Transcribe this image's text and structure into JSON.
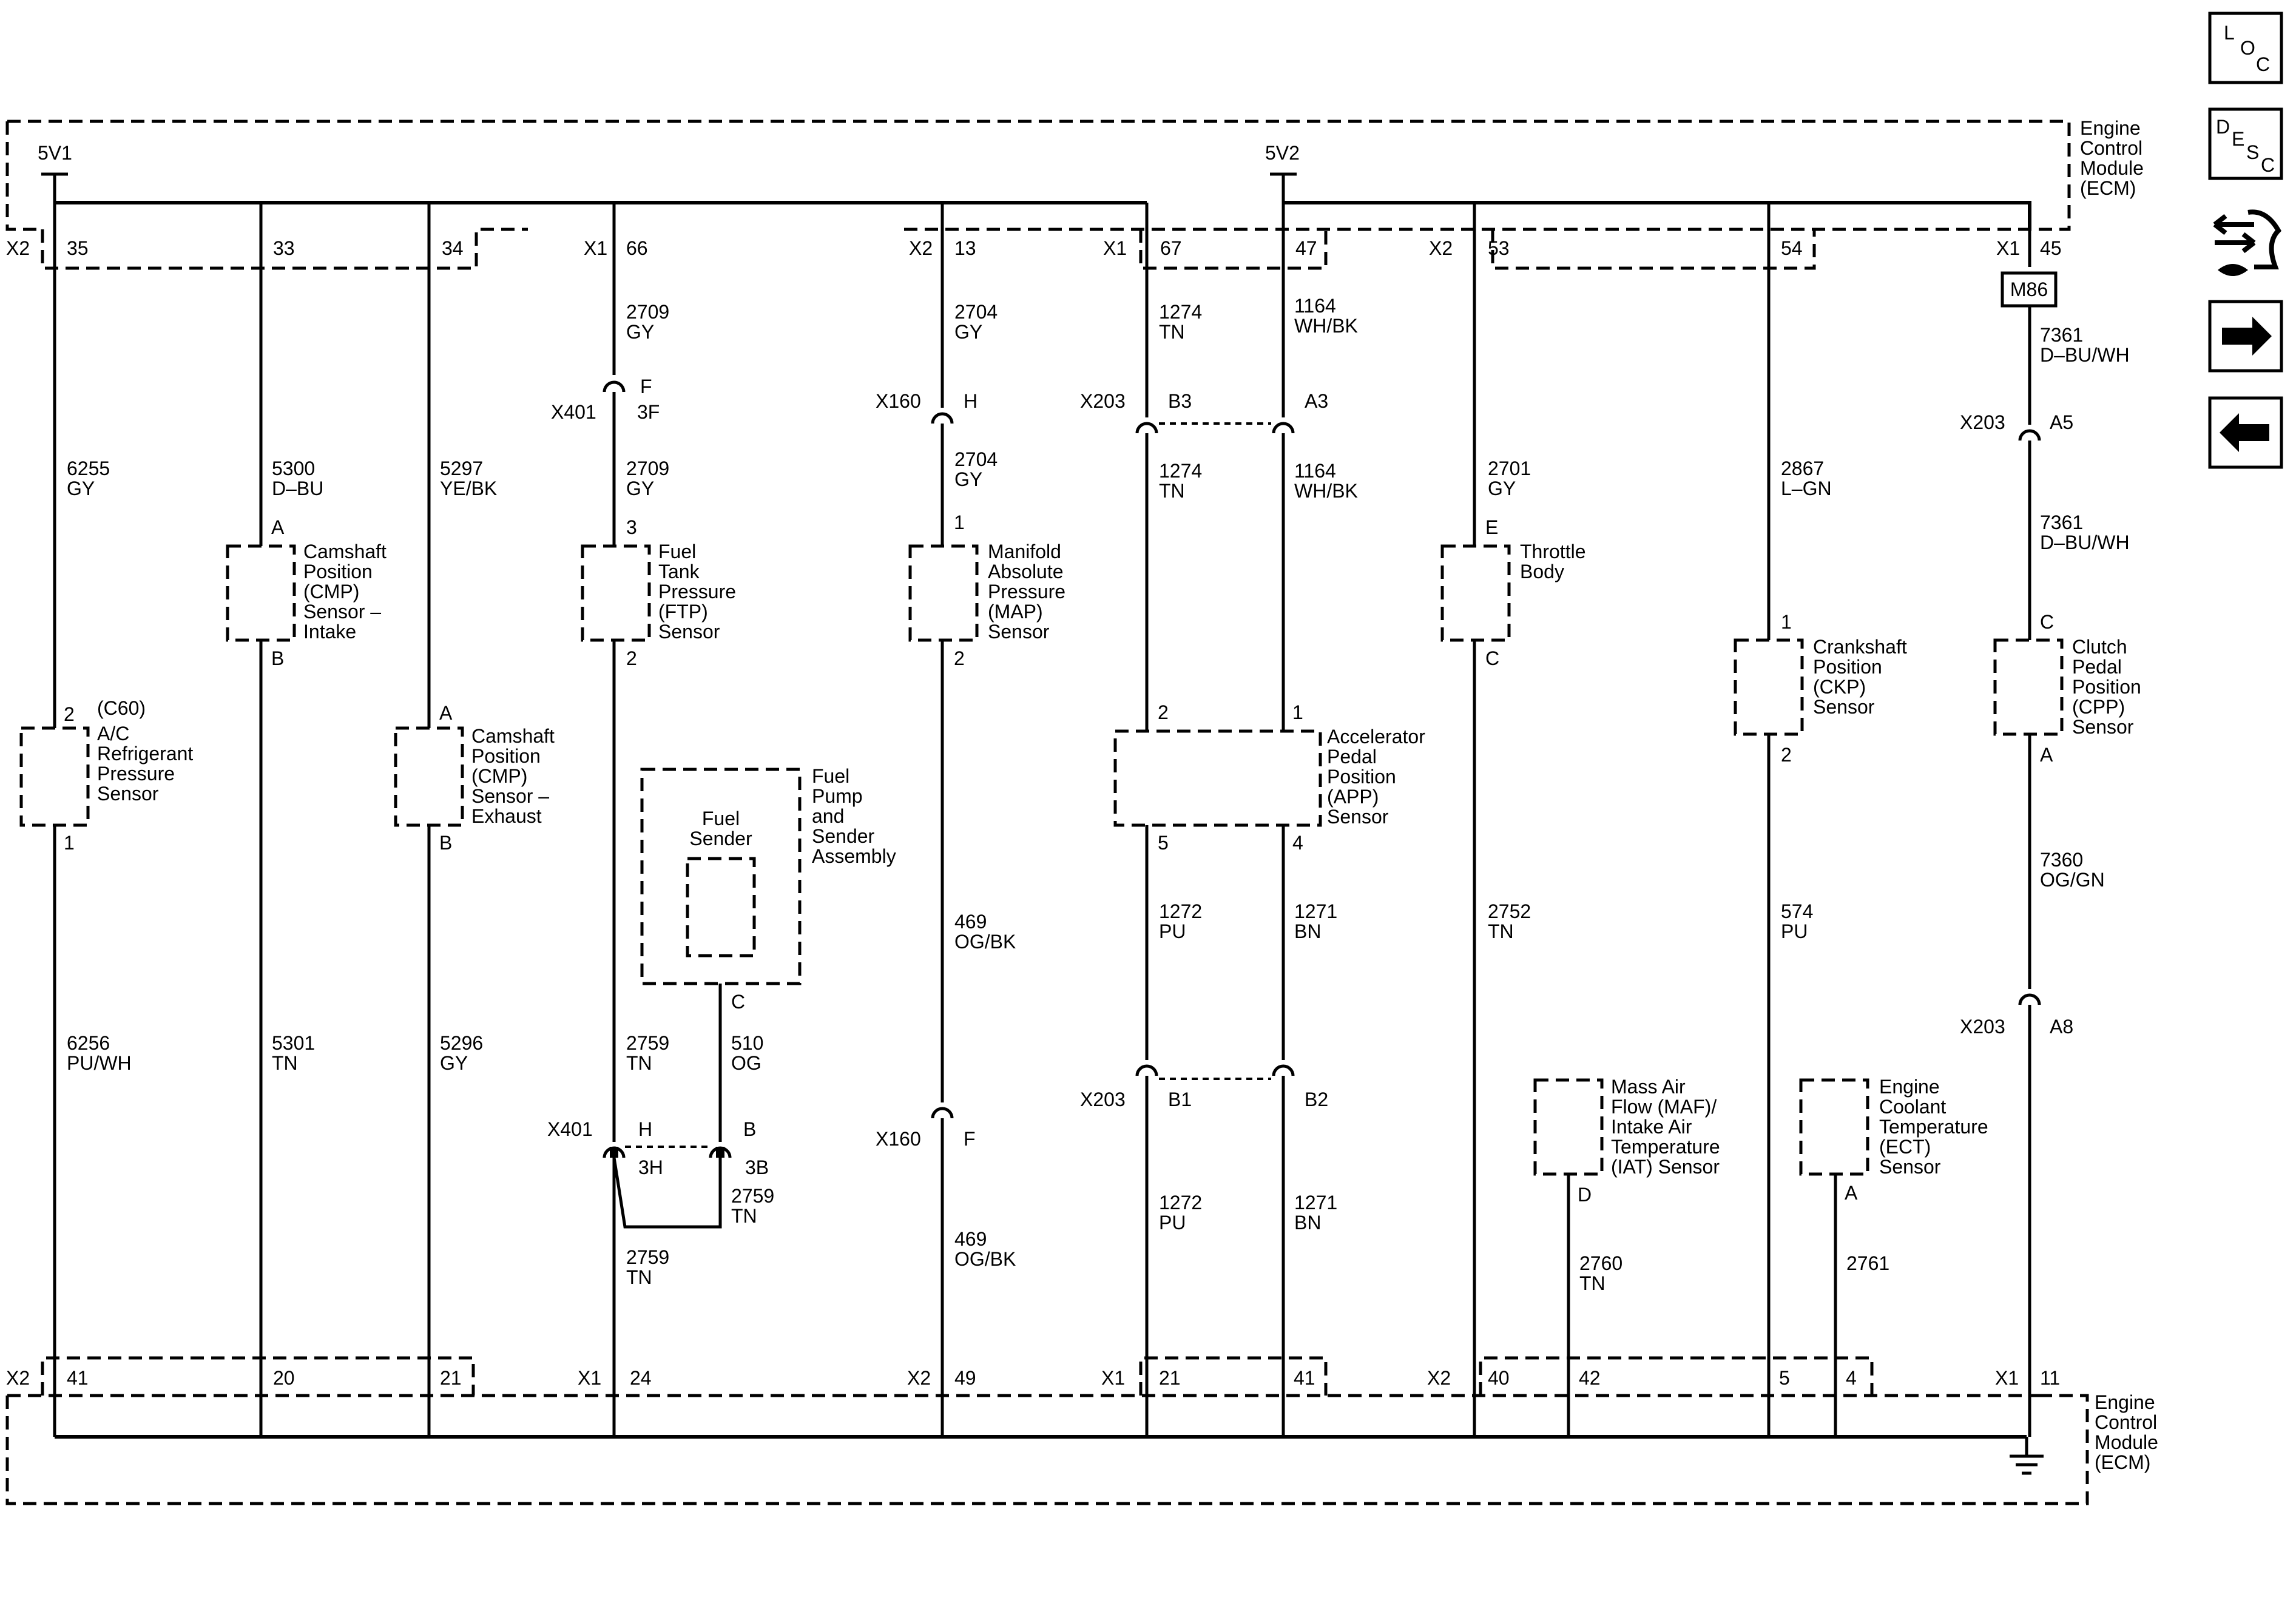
{
  "module": {
    "line1": "Engine",
    "line2": "Control",
    "line3": "Module",
    "line4": "(ECM)"
  },
  "supplies": {
    "a": "5V1",
    "b": "5V2"
  },
  "nav": {
    "loc": [
      "L",
      "O",
      "C"
    ],
    "desc": [
      "D",
      "E",
      "S",
      "C"
    ],
    "icons": [
      "connector-repair-icon",
      "next-page-arrow-icon",
      "previous-page-arrow-icon"
    ]
  },
  "pins_top": [
    "X2",
    "35",
    "33",
    "34",
    "X1",
    "66",
    "X2",
    "13",
    "X1",
    "67",
    "47",
    "X2",
    "53",
    "54",
    "X1",
    "45"
  ],
  "pins_bot": [
    "X2",
    "41",
    "20",
    "21",
    "X1",
    "24",
    "X2",
    "49",
    "X1",
    "21",
    "41",
    "X2",
    "40",
    "42",
    "5",
    "4",
    "X1",
    "11"
  ],
  "components": {
    "ac": [
      "(C60)",
      "A/C",
      "Refrigerant",
      "Pressure",
      "Sensor"
    ],
    "cmp_in": [
      "Camshaft",
      "Position",
      "(CMP)",
      "Sensor –",
      "Intake"
    ],
    "cmp_ex": [
      "Camshaft",
      "Position",
      "(CMP)",
      "Sensor –",
      "Exhaust"
    ],
    "ftp": [
      "Fuel",
      "Tank",
      "Pressure",
      "(FTP)",
      "Sensor"
    ],
    "fuel_sender": [
      "Fuel",
      "Sender"
    ],
    "fuel_pump": [
      "Fuel",
      "Pump",
      "and",
      "Sender",
      "Assembly"
    ],
    "map": [
      "Manifold",
      "Absolute",
      "Pressure",
      "(MAP)",
      "Sensor"
    ],
    "app": [
      "Accelerator",
      "Pedal",
      "Position",
      "(APP)",
      "Sensor"
    ],
    "tb": [
      "Throttle",
      "Body"
    ],
    "maf": [
      "Mass Air",
      "Flow (MAF)/",
      "Intake Air",
      "Temperature",
      "(IAT) Sensor"
    ],
    "ckp": [
      "Crankshaft",
      "Position",
      "(CKP)",
      "Sensor"
    ],
    "ect": [
      "Engine",
      "Coolant",
      "Temperature",
      "(ECT)",
      "Sensor"
    ],
    "cpp": [
      "Clutch",
      "Pedal",
      "Position",
      "(CPP)",
      "Sensor"
    ],
    "m86": "M86"
  },
  "comp_pins": [
    "2",
    "1",
    "A",
    "B",
    "A",
    "B",
    "3",
    "2",
    "C",
    "1",
    "2",
    "2",
    "1",
    "5",
    "4",
    "E",
    "C",
    "D",
    "1",
    "2",
    "A",
    "C",
    "A"
  ],
  "wires": [
    [
      "6255",
      "GY"
    ],
    [
      "5300",
      "D–BU"
    ],
    [
      "5297",
      "YE/BK"
    ],
    [
      "2709",
      "GY"
    ],
    [
      "2709",
      "GY"
    ],
    [
      "2704",
      "GY"
    ],
    [
      "2704",
      "GY"
    ],
    [
      "1274",
      "TN"
    ],
    [
      "1274",
      "TN"
    ],
    [
      "1164",
      "WH/BK"
    ],
    [
      "1164",
      "WH/BK"
    ],
    [
      "2701",
      "GY"
    ],
    [
      "2867",
      "L–GN"
    ],
    [
      "7361",
      "D–BU/WH"
    ],
    [
      "7361",
      "D–BU/WH"
    ],
    [
      "7360",
      "OG/GN"
    ],
    [
      "6256",
      "PU/WH"
    ],
    [
      "5301",
      "TN"
    ],
    [
      "5296",
      "GY"
    ],
    [
      "2759",
      "TN"
    ],
    [
      "510",
      "OG"
    ],
    [
      "2759",
      "TN"
    ],
    [
      "2759",
      "TN"
    ],
    [
      "469",
      "OG/BK"
    ],
    [
      "469",
      "OG/BK"
    ],
    [
      "1272",
      "PU"
    ],
    [
      "1272",
      "PU"
    ],
    [
      "1271",
      "BN"
    ],
    [
      "1271",
      "BN"
    ],
    [
      "2752",
      "TN"
    ],
    [
      "2760",
      "TN"
    ],
    [
      "574",
      "PU"
    ],
    [
      "2761",
      ""
    ]
  ],
  "connectors": [
    {
      "id": "X401",
      "cav": "F",
      "cav2": "3F"
    },
    {
      "id": "X160",
      "cav": "H"
    },
    {
      "id": "X203",
      "cav": "B3",
      "cav2": "A3"
    },
    {
      "id": "X203",
      "cav": "A5"
    },
    {
      "id": "X401",
      "cav": "H",
      "cav2": "3H",
      "cav3": "B",
      "cav4": "3B"
    },
    {
      "id": "X160",
      "cav": "F"
    },
    {
      "id": "X203",
      "cav": "B1",
      "cav2": "B2"
    },
    {
      "id": "X203",
      "cav": "A8"
    }
  ]
}
